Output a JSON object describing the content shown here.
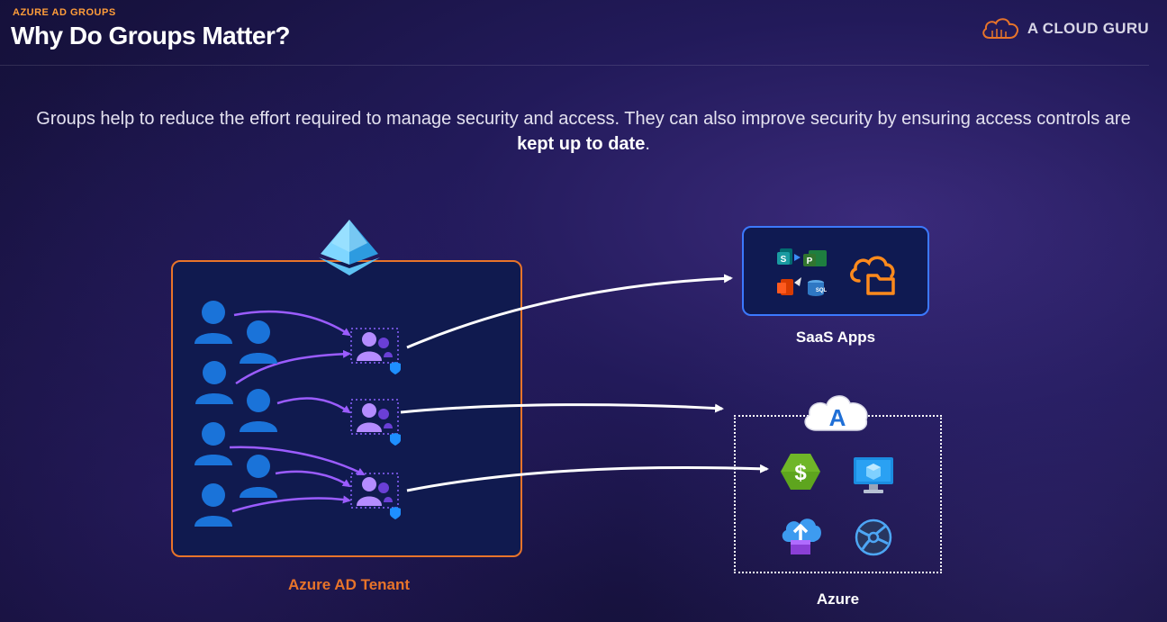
{
  "header": {
    "section_label": "AZURE AD GROUPS",
    "title": "Why Do Groups Matter?",
    "brand": "A CLOUD GURU"
  },
  "intro": {
    "text_before": "Groups help to reduce the effort required to manage security and access. They can also improve security by ensuring access controls are ",
    "text_bold": "kept up to date",
    "text_after": "."
  },
  "tenant": {
    "label": "Azure AD Tenant"
  },
  "saas": {
    "label": "SaaS Apps"
  },
  "azure": {
    "label": "Azure"
  },
  "icons": {
    "sharepoint_letter": "S",
    "project_letter": "P",
    "sql_text": "SQL",
    "functions_symbol": "$",
    "azure_letter": "A"
  },
  "colors": {
    "accent_orange": "#e8742a",
    "brand_orange": "#ff9d3a",
    "user_blue": "#1a73d9",
    "group_purple": "#8b62ff",
    "arrow_purple": "#9b5cff",
    "saas_border": "#3c79ff"
  }
}
